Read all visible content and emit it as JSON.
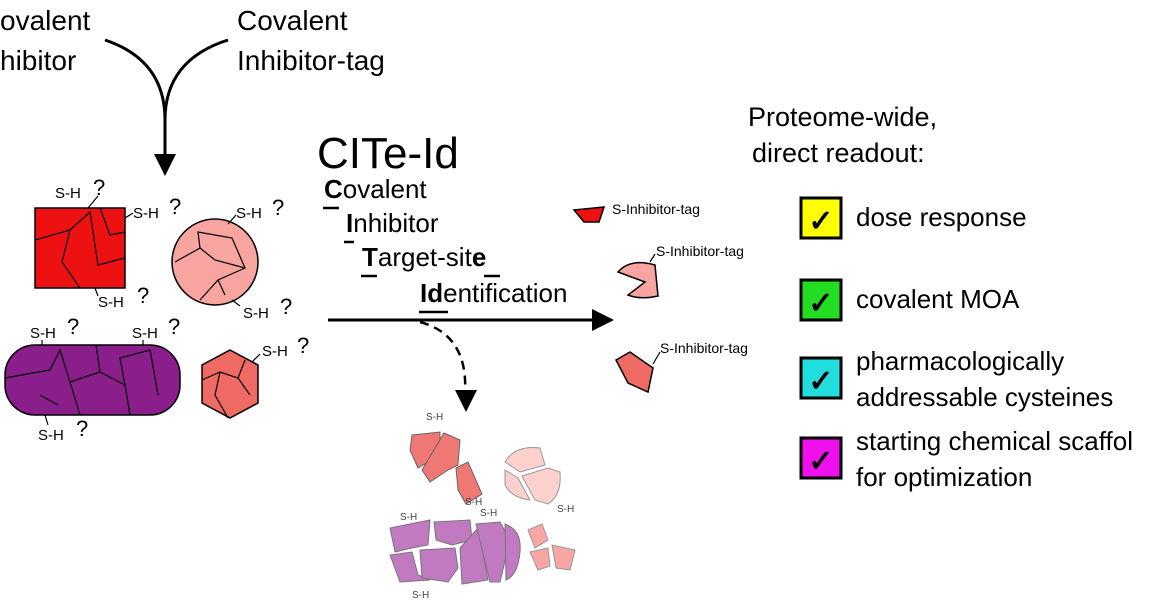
{
  "inputs": {
    "left": [
      "ovalent",
      "hibitor"
    ],
    "right": [
      "Covalent",
      "Inhibitor-tag"
    ]
  },
  "cite": {
    "title": "CITe-Id",
    "lines": [
      {
        "first": "C",
        "rest": "ovalent"
      },
      {
        "first": "I",
        "rest": "nhibitor"
      },
      {
        "first": "T",
        "rest": "arget-sit",
        "tail": "e"
      },
      {
        "first": "Id",
        "rest": "entification"
      }
    ]
  },
  "labels": {
    "sh": "S-H",
    "q": "?",
    "tag": "S-Inhibitor-tag",
    "check": "✓"
  },
  "readout": {
    "heading": [
      "Proteome-wide,",
      "direct readout:"
    ],
    "items": [
      {
        "color": "#ffff00",
        "lines": [
          "dose response"
        ]
      },
      {
        "color": "#22dd22",
        "lines": [
          "covalent MOA"
        ]
      },
      {
        "color": "#22dddd",
        "lines": [
          "pharmacologically",
          "addressable cysteines"
        ]
      },
      {
        "color": "#ee11ee",
        "lines": [
          "starting chemical scaffol",
          "for optimization"
        ]
      }
    ]
  }
}
